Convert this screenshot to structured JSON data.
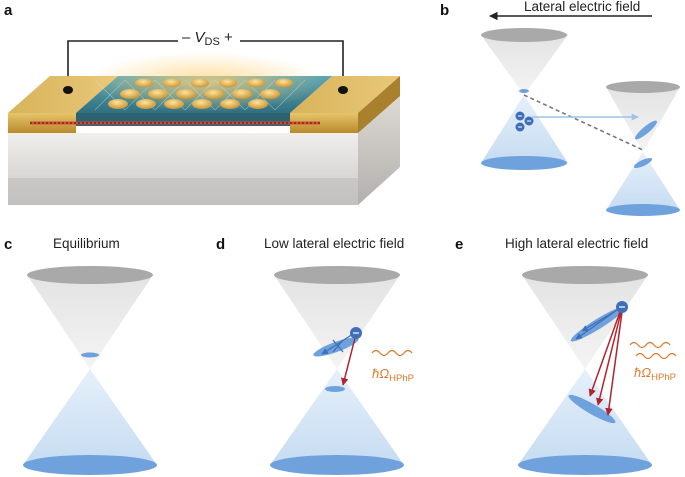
{
  "panels": {
    "a": {
      "letter": "a",
      "voltage_sign_minus": "–",
      "voltage_symbol": "V",
      "voltage_subscript": "DS",
      "voltage_sign_plus": "+"
    },
    "b": {
      "letter": "b",
      "title": "Lateral electric field"
    },
    "c": {
      "letter": "c",
      "title": "Equilibrium"
    },
    "d": {
      "letter": "d",
      "title": "Low lateral electric field",
      "emission_symbol": "ħΩ",
      "emission_subscript": "HPhP"
    },
    "e": {
      "letter": "e",
      "title": "High lateral electric field",
      "emission_symbol": "ħΩ",
      "emission_subscript": "HPhP"
    }
  },
  "charge_symbol": "−",
  "colors": {
    "cone_top_gray": "#d3d3d3",
    "cone_bottom_blue": "#cfe3f5",
    "disc_gray": "#a9a9a9",
    "disc_blue": "#6fa2dd",
    "electron": "#3f6fb8",
    "emission_arrow": "#b3232c",
    "phonon_wave": "#e07a2a",
    "gold": "#d6a94a"
  }
}
